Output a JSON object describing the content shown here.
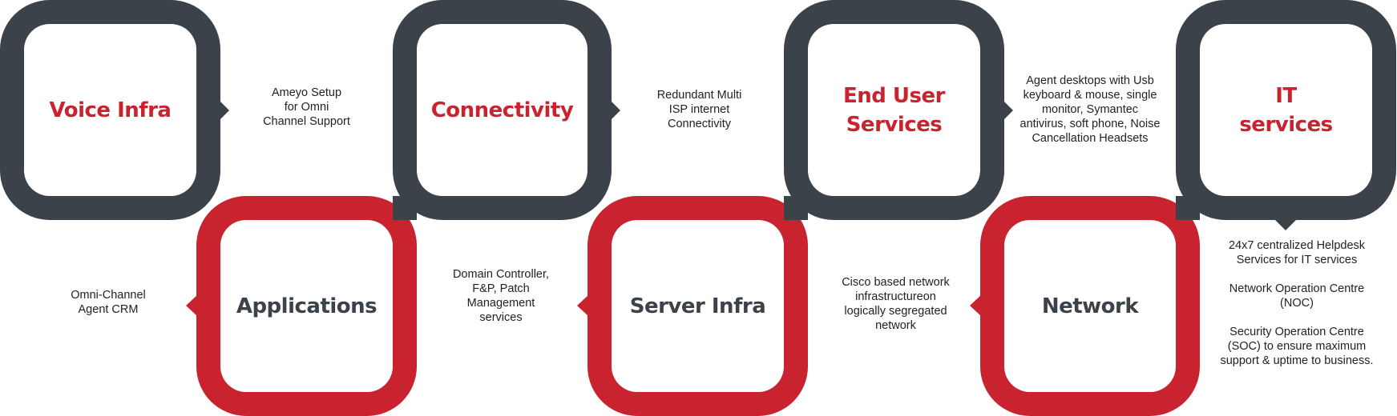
{
  "colors": {
    "dark": "#3c424a",
    "red": "#c9232f",
    "text": "#222222"
  },
  "top_row": [
    {
      "title": "Voice Infra",
      "description": "Ameyo Setup\nfor Omni\nChannel Support"
    },
    {
      "title": "Connectivity",
      "description": "Redundant Multi\nISP internet\nConnectivity"
    },
    {
      "title": "End User\nServices",
      "description": "Agent desktops with Usb\nkeyboard & mouse, single\nmonitor, Symantec\nantivirus, soft phone, Noise\nCancellation Headsets"
    },
    {
      "title": "IT\nservices",
      "description": "24x7 centralized  Helpdesk\nServices  for IT services\n\nNetwork Operation Centre\n(NOC)\n\nSecurity Operation Centre\n(SOC) to ensure maximum\nsupport & uptime  to business."
    }
  ],
  "bottom_row": [
    {
      "title": "Applications",
      "description": "Omni-Channel\nAgent CRM"
    },
    {
      "title": "Server Infra",
      "description": "Domain Controller,\nF&P, Patch\nManagement\nservices"
    },
    {
      "title": "Network",
      "description": "Cisco based  network\ninfrastructureon\nlogically  segregated\nnetwork"
    }
  ]
}
